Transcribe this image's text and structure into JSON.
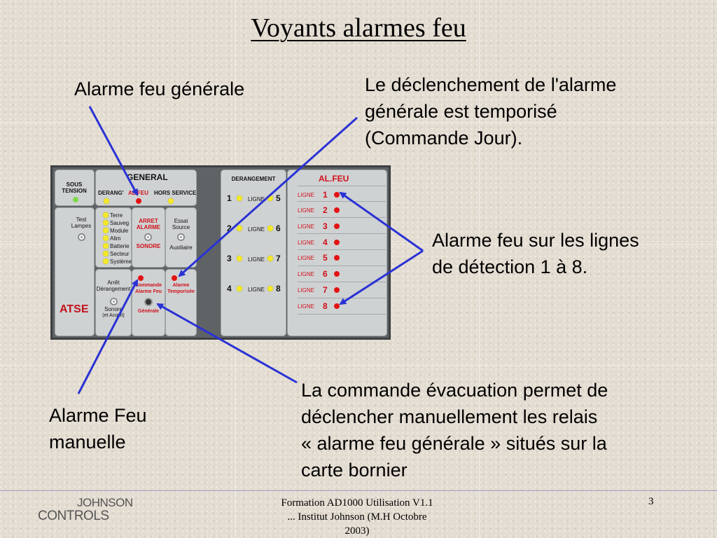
{
  "slide": {
    "title": "Voyants alarmes feu",
    "page_number": "3"
  },
  "callouts": {
    "general": "Alarme feu générale",
    "temporise": [
      "Le déclenchement de l'alarme",
      "générale est temporisé",
      "(Commande Jour)."
    ],
    "lignes": [
      "Alarme feu sur les lignes",
      "de détection 1 à 8."
    ],
    "manuelle": [
      "Alarme Feu",
      "manuelle"
    ],
    "evacuation": [
      "La commande évacuation permet de",
      "déclencher manuellement les relais",
      "« alarme feu générale » situés sur la",
      "carte bornier"
    ]
  },
  "panel": {
    "sous_tension": [
      "SOUS",
      "TENSION"
    ],
    "general_header": "GENERAL",
    "general_items": [
      "DERANG'",
      "AL.FEU",
      "HORS SERVICE"
    ],
    "test_lampes": [
      "Test",
      "Lampes"
    ],
    "faults": [
      "Terre",
      "Sauveg",
      "Module",
      "Alim",
      "Batterie",
      "Secteur",
      "Système"
    ],
    "arret_alarme": [
      "ARRET",
      "ALARME"
    ],
    "sonore": "SONORE",
    "essai_source": [
      "Essai",
      "Source"
    ],
    "auxiliaire": "Auxiliaire",
    "arret_derangement": [
      "Arrêt",
      "Dérangement",
      "Sonore",
      "(et Acquit)"
    ],
    "commande_alarme_feu": [
      "Commande",
      "Alarme Feu"
    ],
    "generale": "Générale",
    "alarme_temporisee": [
      "Alarme",
      "Temporisée"
    ],
    "atse": "ATSE",
    "derangement_header": "DERANGEMENT",
    "ligne_word": "LIGNE",
    "derangement_rows": [
      [
        "1",
        "5"
      ],
      [
        "2",
        "6"
      ],
      [
        "3",
        "7"
      ],
      [
        "4",
        "8"
      ]
    ],
    "alfeu_header": "AL.FEU",
    "alfeu_lines": [
      "1",
      "2",
      "3",
      "4",
      "5",
      "6",
      "7",
      "8"
    ]
  },
  "footer": {
    "logo_top": "JOHNSON",
    "logo_bottom": "CONTROLS",
    "lines": [
      "Formation AD1000 Utilisation V1.1",
      "... Institut Johnson   (M.H Octobre",
      "2003)"
    ]
  },
  "colors": {
    "arrow": "#2a32d4",
    "led_red": "#e31313",
    "led_yellow": "#f3e92a",
    "led_green": "#7fd84a"
  }
}
